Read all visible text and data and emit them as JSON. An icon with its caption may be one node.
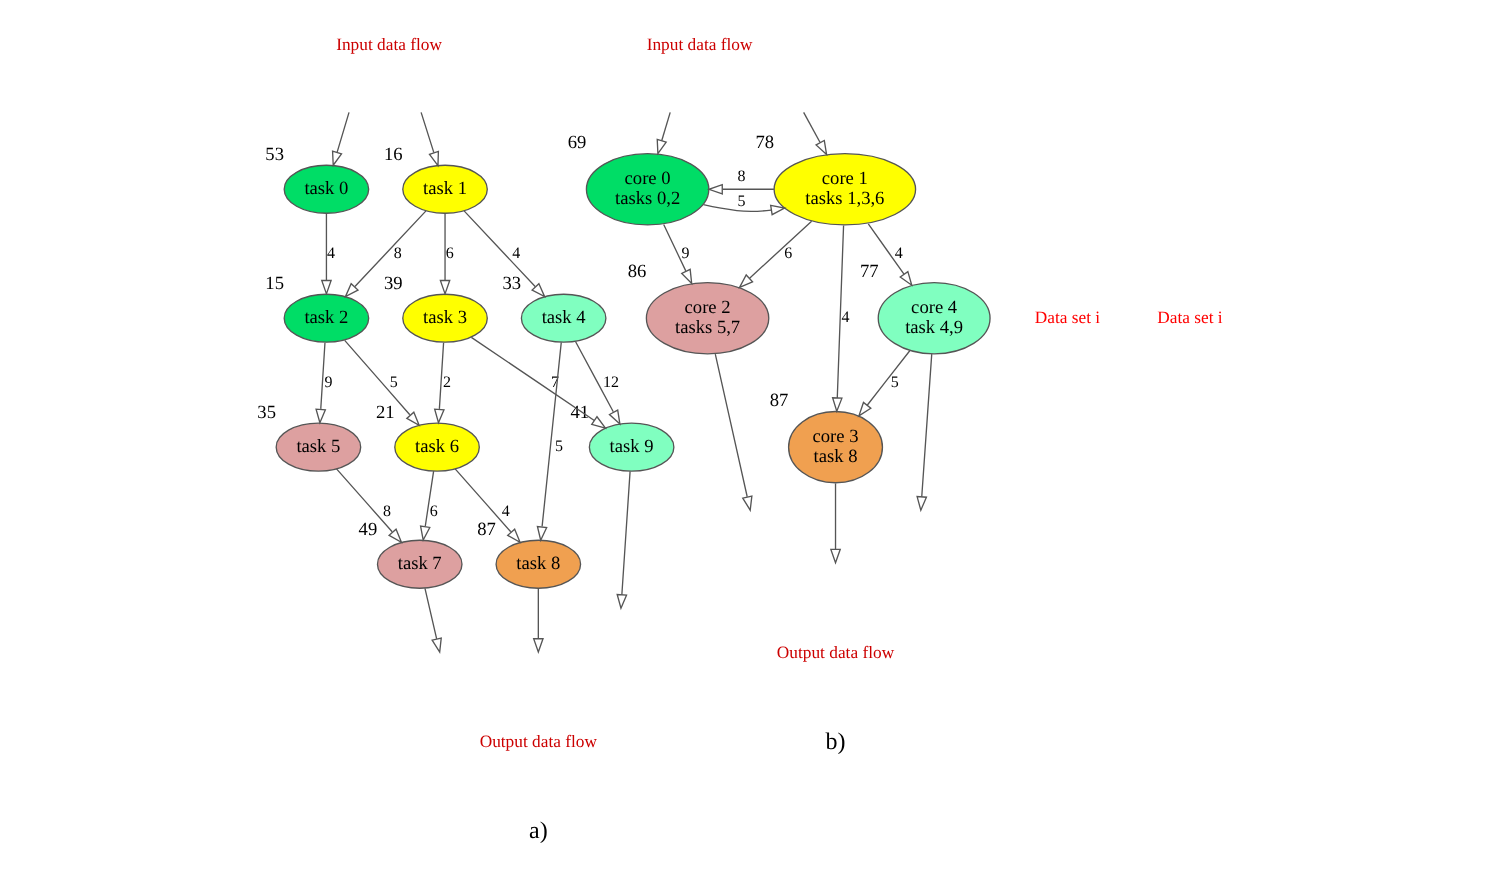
{
  "diagram": {
    "nodes": [
      {
        "text": [
          "task 0"
        ],
        "beside": [
          "53"
        ]
      },
      {
        "text": [
          "task 1"
        ],
        "beside": [
          "16"
        ]
      },
      {
        "text": [
          "task 2"
        ],
        "beside": [
          "15"
        ]
      },
      {
        "text": [
          "task 3"
        ],
        "beside": [
          "39"
        ]
      },
      {
        "text": [
          "task 4"
        ],
        "beside": [
          "33"
        ]
      },
      {
        "text": [
          "task 5"
        ],
        "beside": [
          "35"
        ]
      },
      {
        "text": [
          "task 6"
        ],
        "beside": [
          "21"
        ]
      },
      {
        "text": [
          "task 7"
        ],
        "beside": [
          "49"
        ]
      },
      {
        "text": [
          "task 8"
        ],
        "beside": [
          "87"
        ]
      },
      {
        "text": [
          "task 9"
        ],
        "beside": [
          "41"
        ]
      },
      {
        "text": [
          "core 0",
          "tasks 0,2"
        ],
        "beside": [
          "69"
        ]
      },
      {
        "text": [
          "core 1",
          "tasks 1,3,6"
        ],
        "beside": [
          "78"
        ]
      },
      {
        "text": [
          "core 2",
          "tasks 5,7"
        ],
        "beside": [
          "86"
        ]
      },
      {
        "text": [
          "core 3",
          "task 8"
        ],
        "beside": [
          "87"
        ]
      },
      {
        "text": [
          "core 4",
          "task 4,9"
        ],
        "beside": [
          "77"
        ]
      }
    ],
    "edges": [
      {
        "from": null,
        "to": 0,
        "arrow": "to"
      },
      {
        "from": null,
        "to": 1,
        "arrow": "to"
      },
      {
        "from": 0,
        "to": 2,
        "arrow": "to",
        "label": "4"
      },
      {
        "from": 1,
        "to": 2,
        "arrow": "to",
        "label": "8"
      },
      {
        "from": 1,
        "to": 3,
        "arrow": "to",
        "label": "6"
      },
      {
        "from": 1,
        "to": 4,
        "arrow": "to",
        "label": "4"
      },
      {
        "from": 2,
        "to": 5,
        "arrow": "to",
        "label": "9"
      },
      {
        "from": 2,
        "to": 6,
        "arrow": "to",
        "label": "5"
      },
      {
        "from": 3,
        "to": 6,
        "arrow": "to",
        "label": "2"
      },
      {
        "from": 3,
        "to": 9,
        "arrow": "to",
        "label": "7"
      },
      {
        "from": 4,
        "to": 8,
        "arrow": "to",
        "label": "5"
      },
      {
        "from": 4,
        "to": 9,
        "arrow": "to",
        "label": "12"
      },
      {
        "from": 5,
        "to": 7,
        "arrow": "to",
        "label": "8"
      },
      {
        "from": 6,
        "to": 7,
        "arrow": "to",
        "label": "6"
      },
      {
        "from": 6,
        "to": 8,
        "arrow": "to",
        "label": "4"
      },
      {
        "from": 7,
        "to": null,
        "arrow": "to"
      },
      {
        "from": 8,
        "to": null,
        "arrow": "to"
      },
      {
        "from": 9,
        "to": null,
        "arrow": "to"
      },
      {
        "from": null,
        "to": 10,
        "arrow": "to"
      },
      {
        "from": null,
        "to": 11,
        "arrow": "to"
      },
      {
        "from": 11,
        "to": 10,
        "arrow": "to",
        "label": "8"
      },
      {
        "from": 10,
        "to": 11,
        "arrow": "to",
        "label": "5"
      },
      {
        "from": 10,
        "to": 12,
        "arrow": "to",
        "label": "9"
      },
      {
        "from": 11,
        "to": 12,
        "arrow": "to",
        "label": "6"
      },
      {
        "from": 11,
        "to": 13,
        "arrow": "to",
        "label": "4"
      },
      {
        "from": 11,
        "to": 14,
        "arrow": "to",
        "label": "4"
      },
      {
        "from": 14,
        "to": 13,
        "arrow": "to",
        "label": "5"
      },
      {
        "from": 12,
        "to": null,
        "arrow": "to"
      },
      {
        "from": 13,
        "to": null,
        "arrow": "to"
      },
      {
        "from": 14,
        "to": null,
        "arrow": "to"
      }
    ],
    "labels": [
      "Input data flow",
      "Data set i",
      "Output data flow",
      "a)",
      "Input data flow",
      "Data set i",
      "Output data flow",
      "b)"
    ]
  }
}
